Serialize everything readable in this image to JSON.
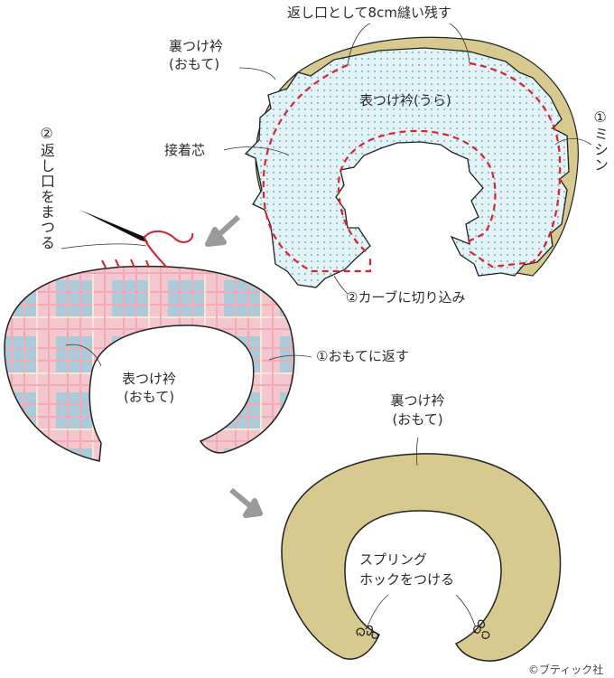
{
  "title": "Collar sewing steps",
  "colors": {
    "interfacing_fill": "#dff1f5",
    "interfacing_dot": "#5fb8cf",
    "under_collar": "#d8ca8f",
    "stitch_line": "#e0202a",
    "plaid_pink": "#f3c6cc",
    "plaid_blue": "#a9cad8",
    "plaid_cream": "#fde8d8",
    "arrow_gray": "#9a9a9a",
    "outline": "#222222"
  },
  "step1": {
    "label_top_opening": "返し口として8cm縫い残す",
    "label_under_collar_line1": "裏つけ衿",
    "label_under_collar_line2": "(おもて)",
    "label_upper_collar_wrong": "表つけ衿(うら)",
    "label_interfacing": "接着芯",
    "label_sew_vertical": "①ミシン",
    "label_clip_curves": "②カーブに切り込み"
  },
  "step2": {
    "label_slipstitch_vertical": "②返し口をまつる",
    "label_upper_collar_line1": "表つけ衿",
    "label_upper_collar_line2": "(おもて)",
    "label_turn_right_side": "①おもてに返す"
  },
  "step3": {
    "label_under_collar_line1": "裏つけ衿",
    "label_under_collar_line2": "(おもて)",
    "label_hook_line1": "スプリング",
    "label_hook_line2": "ホックをつける"
  },
  "copyright": "©ブティック社"
}
